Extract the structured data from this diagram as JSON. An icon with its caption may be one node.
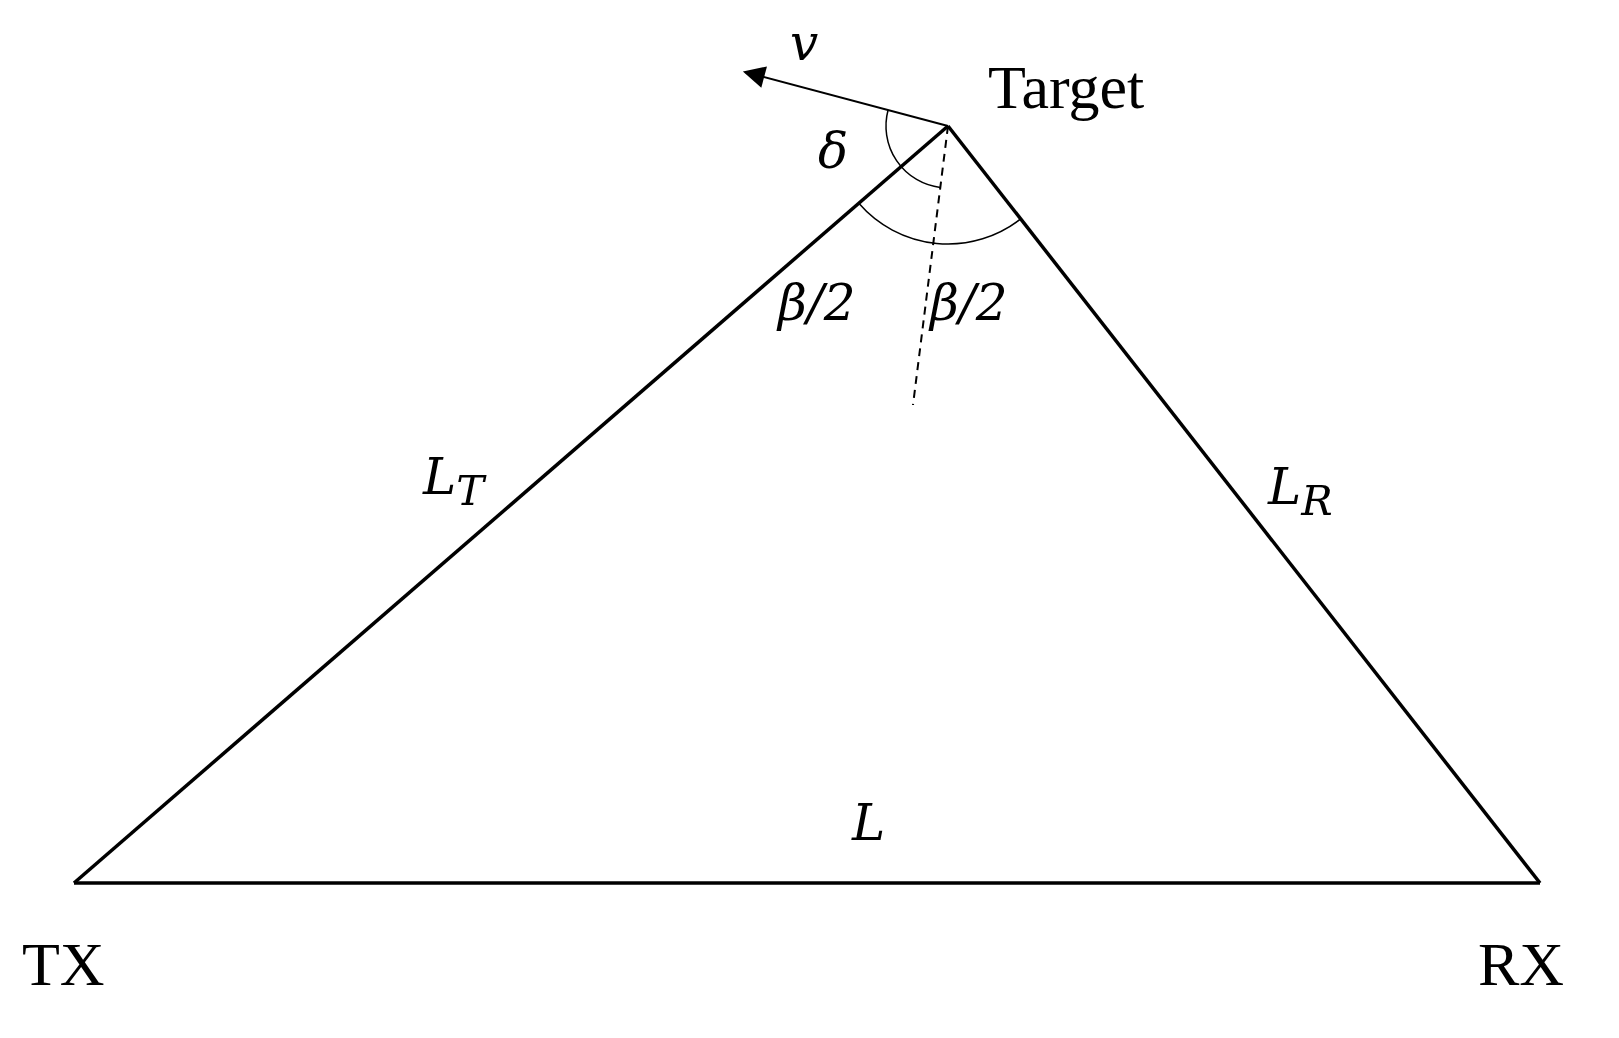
{
  "diagram": {
    "nodes": [
      {
        "text": [
          "Target"
        ]
      },
      {
        "text": [
          "TX"
        ]
      },
      {
        "text": [
          "RX"
        ]
      }
    ],
    "edges": [
      {
        "from": 1,
        "to": 0,
        "arrow": "none",
        "label": "L$_{T}$"
      },
      {
        "from": 0,
        "to": 2,
        "arrow": "none",
        "label": "L$_{R}$"
      },
      {
        "from": 1,
        "to": 2,
        "arrow": "none",
        "label": "L"
      }
    ],
    "labels": [
      "v",
      "δ",
      "β/2",
      "β/2"
    ]
  }
}
